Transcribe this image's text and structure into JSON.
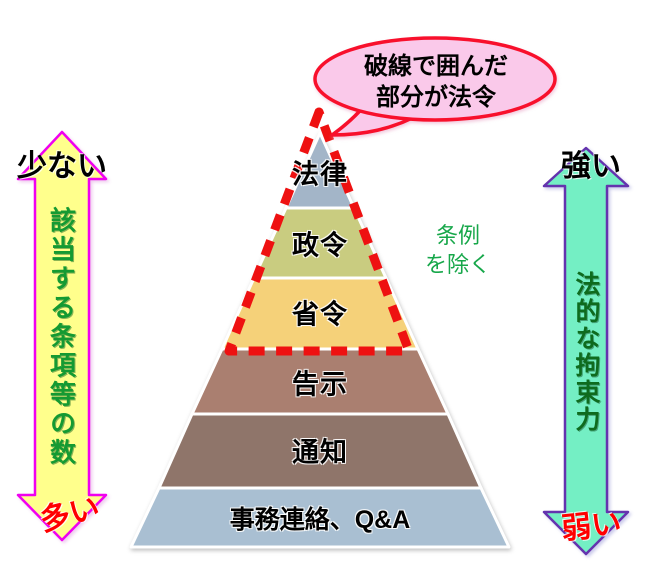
{
  "bubble": {
    "line1": "破線で囲んだ",
    "line2": "部分が法令",
    "fill": "#FAC9EA",
    "outline": "#F8102C"
  },
  "pyramid": {
    "layers": [
      {
        "label": "法律",
        "color": "#A3B5C8"
      },
      {
        "label": "政令",
        "color": "#C9CC80"
      },
      {
        "label": "省令",
        "color": "#F5D179"
      },
      {
        "label": "告示",
        "color": "#AA7F70"
      },
      {
        "label": "通知",
        "color": "#8F756A"
      },
      {
        "label": "事務連絡、Q&A",
        "color": "#A9BFD2"
      }
    ],
    "dashed_outline_color": "#EE1111"
  },
  "exclusion_note": {
    "line1": "条例",
    "line2": "を除く",
    "color": "#17A74A"
  },
  "left_axis": {
    "top_label": "少ない",
    "axis_label": "該当する条項等の数",
    "bottom_label": "多い",
    "fill": "#FFFF8C",
    "outline": "#F000F0",
    "axis_label_color": "#149A32",
    "top_label_color": "#000000",
    "bottom_label_color": "#FF0000"
  },
  "right_axis": {
    "top_label": "強い",
    "axis_label": "法的な拘束力",
    "bottom_label": "弱い",
    "fill": "#74EFC4",
    "outline": "#6433AE",
    "axis_label_color": "#0E6B1E",
    "top_label_color": "#000000",
    "bottom_label_color": "#FF0000"
  }
}
